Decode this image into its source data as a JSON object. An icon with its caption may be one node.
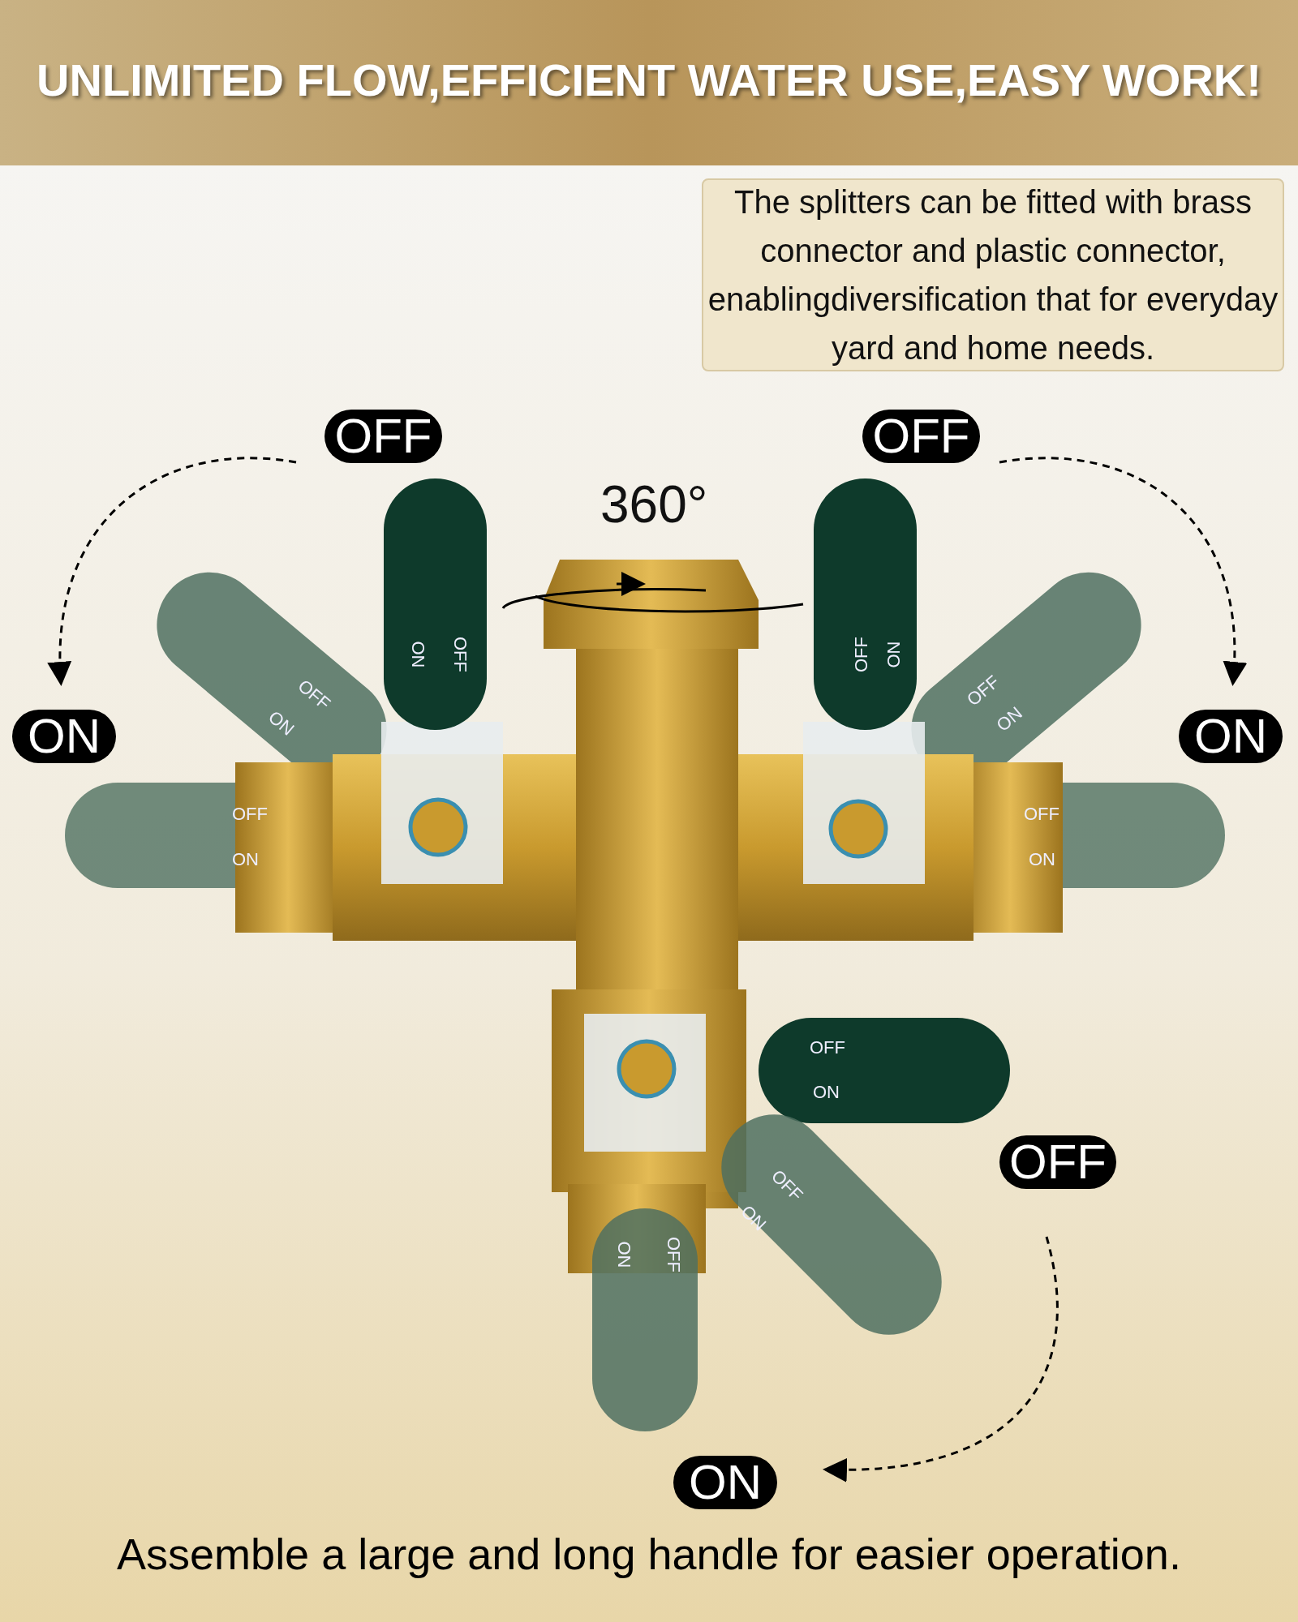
{
  "diagram": {
    "title": "UNLIMITED FLOW,EFFICIENT WATER USE,EASY WORK!",
    "caption": "Assemble a large and long handle for easier operation.",
    "nodes": [
      {
        "text": [
          "The splitters can be fitted with brass connector and plastic connector, enablingdiversification that for everyday yard and home needs."
        ]
      },
      {
        "text": [
          "OFF"
        ]
      },
      {
        "text": [
          "OFF"
        ]
      },
      {
        "text": [
          "ON"
        ]
      },
      {
        "text": [
          "ON"
        ]
      },
      {
        "text": [
          "OFF"
        ]
      },
      {
        "text": [
          "ON"
        ]
      }
    ],
    "labels": [
      "360°",
      "ON",
      "OFF",
      "OFF",
      "ON",
      "OFF",
      "ON",
      "OFF",
      "ON",
      "OFF",
      "ON",
      "OFF",
      "ON",
      "OFF",
      "ON",
      "OFF",
      "ON",
      "ON",
      "OFF"
    ]
  }
}
